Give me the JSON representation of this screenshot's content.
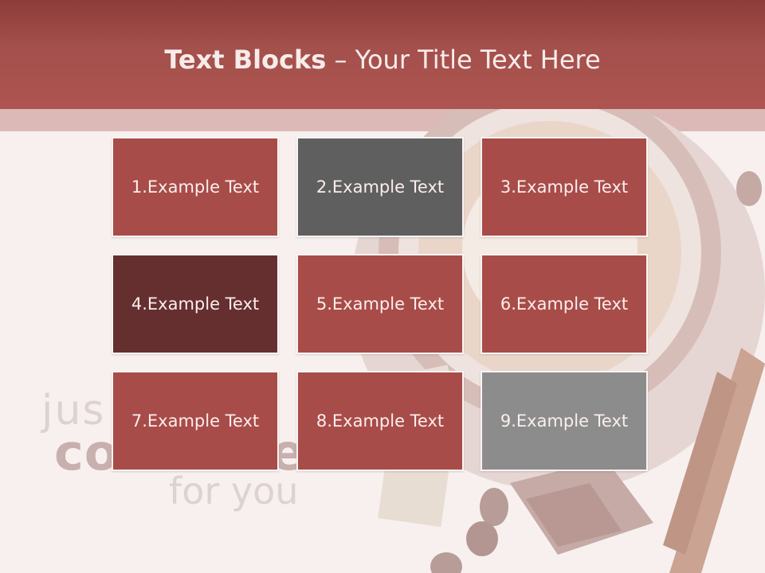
{
  "slide": {
    "title_bold": "Text Blocks",
    "title_rest": " – Your Title Text Here"
  },
  "tagline": {
    "line1": "jus",
    "line2": "co",
    "line2b": "e",
    "line3": "for you"
  },
  "colors": {
    "header": "#a4504c",
    "block_red": "#a84c49",
    "block_gray": "#5f5f5f",
    "block_dark": "#652f2f",
    "block_light_gray": "#8c8c8c"
  },
  "blocks": [
    {
      "label": "1.Example Text",
      "color": "#a84c49"
    },
    {
      "label": "2.Example Text",
      "color": "#5f5f5f"
    },
    {
      "label": "3.Example Text",
      "color": "#a84c49"
    },
    {
      "label": "4.Example Text",
      "color": "#652f2f"
    },
    {
      "label": "5.Example Text",
      "color": "#a84c49"
    },
    {
      "label": "6.Example Text",
      "color": "#a84c49"
    },
    {
      "label": "7.Example Text",
      "color": "#a84c49"
    },
    {
      "label": "8.Example Text",
      "color": "#a84c49"
    },
    {
      "label": "9.Example Text",
      "color": "#8c8c8c"
    }
  ]
}
